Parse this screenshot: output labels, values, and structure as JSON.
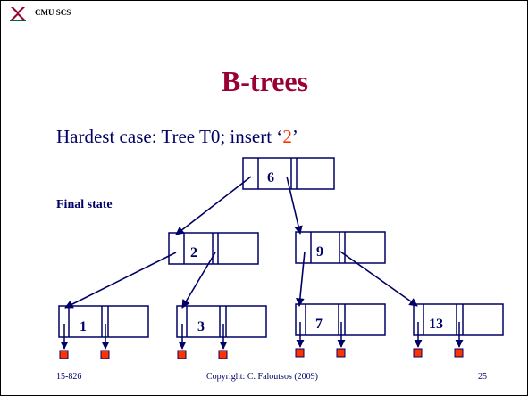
{
  "header": {
    "tag": "CMU SCS",
    "logo_icon": "cmu-scs-logo-icon"
  },
  "title": "B-trees",
  "subtitle": {
    "prefix": "Hardest case: Tree T0; insert ‘",
    "value": "2",
    "suffix": "’"
  },
  "state_label": "Final state",
  "tree": {
    "root": {
      "key": "6"
    },
    "level1": [
      {
        "key": "2"
      },
      {
        "key": "9"
      }
    ],
    "leaves": [
      {
        "key": "1"
      },
      {
        "key": "3"
      },
      {
        "key": "7"
      },
      {
        "key": "13"
      }
    ]
  },
  "footer": {
    "course": "15-826",
    "copyright": "Copyright: C. Faloutsos (2009)",
    "page": "25"
  },
  "colors": {
    "title": "#990033",
    "text": "#000066",
    "highlight": "#ff3300",
    "node_border": "#000066",
    "null_marker": "#ff3300"
  }
}
